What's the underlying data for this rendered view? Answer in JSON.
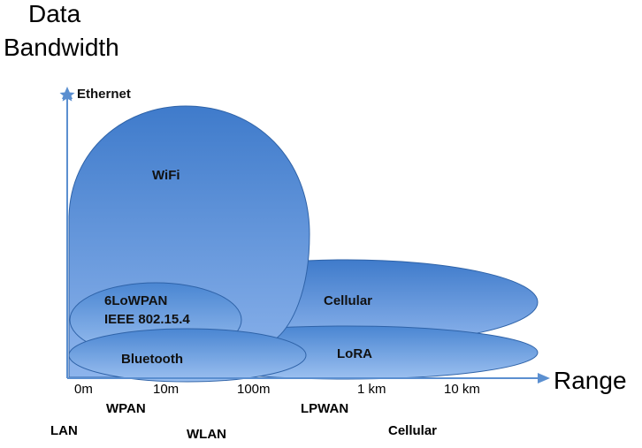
{
  "y_axis_title": [
    "Data",
    "Bandwidth"
  ],
  "x_axis_title": "Range",
  "top_marker_label": "Ethernet",
  "technologies": {
    "wifi": "WiFi",
    "cellular": "Cellular",
    "sixlowpan": [
      "6LoWPAN",
      "IEEE 802.15.4"
    ],
    "lora": "LoRA",
    "bluetooth": "Bluetooth"
  },
  "range_ticks": [
    "0m",
    "10m",
    "100m",
    "1 km",
    "10 km"
  ],
  "network_categories": [
    "WPAN",
    "LPWAN",
    "LAN",
    "WLAN",
    "Cellular"
  ],
  "colors": {
    "axis": "#5b8fd0",
    "blob_light": "#8db4ec",
    "blob_dark": "#3f7bcb",
    "blob_edge": "#2f63a8"
  }
}
